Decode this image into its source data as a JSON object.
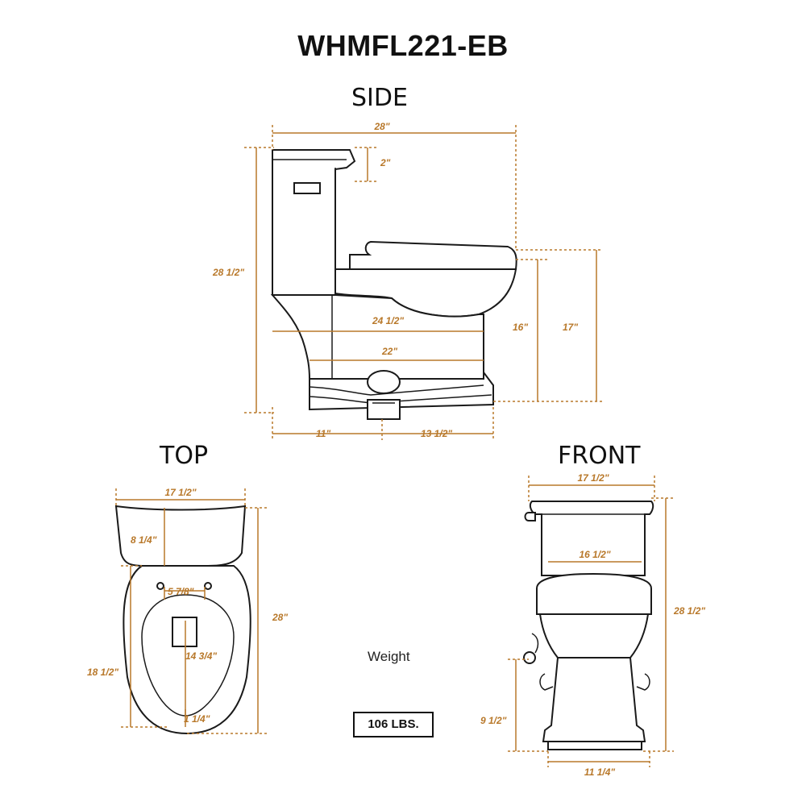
{
  "title": "WHMFL221-EB",
  "views": {
    "side": "SIDE",
    "top": "TOP",
    "front": "FRONT"
  },
  "colors": {
    "dimension": "#b8782a",
    "outline": "#1a1a1a"
  },
  "side": {
    "length": "28\"",
    "tank_lid": "2\"",
    "height": "28 1/2\"",
    "seat_height": "16\"",
    "rim_height": "17\"",
    "bowl_length": "24 1/2\"",
    "base_length": "22\"",
    "rough_in": "11\"",
    "front_to_outlet": "13 1/2\""
  },
  "top": {
    "width": "17 1/2\"",
    "tank_depth": "8 1/4\"",
    "bolt_spacing": "5 7/8\"",
    "overall_length": "28\"",
    "opening_length": "14 3/4\"",
    "bowl_length": "18 1/2\"",
    "front_gap": "1 1/4\""
  },
  "front": {
    "tank_width": "17 1/2\"",
    "bowl_width": "16 1/2\"",
    "height": "28 1/2\"",
    "supply_height": "9 1/2\"",
    "base_width": "11 1/4\""
  },
  "weight": {
    "label": "Weight",
    "value": "106 LBS."
  }
}
